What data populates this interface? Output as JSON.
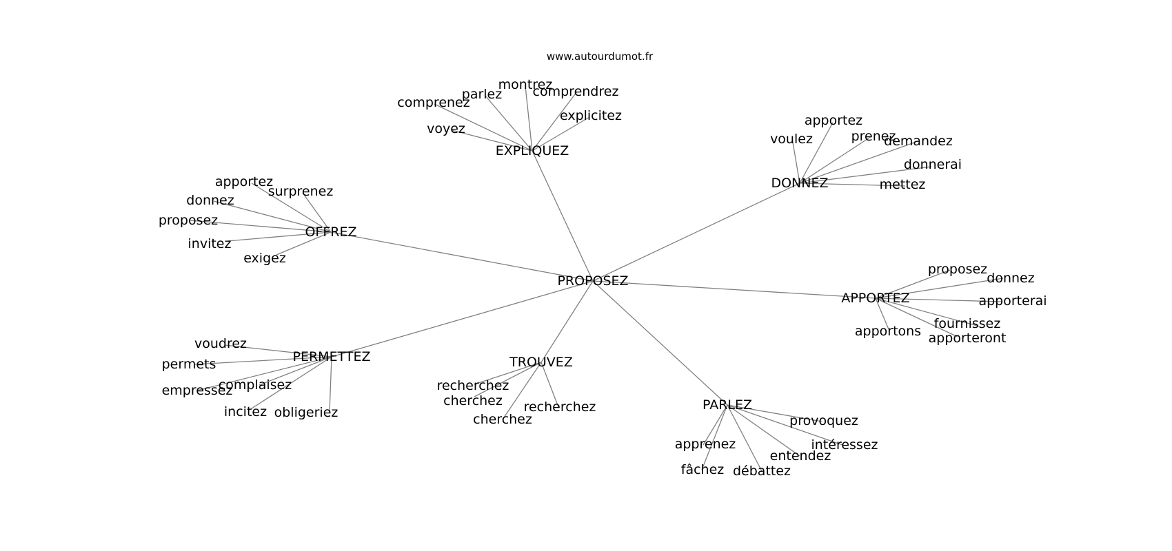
{
  "header": {
    "site": "www.autourdumot.fr"
  },
  "graph": {
    "center": "PROPOSEZ",
    "hubs": [
      {
        "label": "EXPLIQUEZ",
        "leaves": [
          "comprenez",
          "parlez",
          "montrez",
          "comprendrez",
          "explicitez",
          "voyez"
        ]
      },
      {
        "label": "DONNEZ",
        "leaves": [
          "voulez",
          "apportez",
          "prenez",
          "demandez",
          "donnerai",
          "mettez"
        ]
      },
      {
        "label": "OFFREZ",
        "leaves": [
          "apportez",
          "surprenez",
          "donnez",
          "proposez",
          "invitez",
          "exigez"
        ]
      },
      {
        "label": "APPORTEZ",
        "leaves": [
          "proposez",
          "donnez",
          "apporterai",
          "fournissez",
          "apporteront",
          "apportons"
        ]
      },
      {
        "label": "PERMETTEZ",
        "leaves": [
          "voudrez",
          "permets",
          "complaisez",
          "empressez",
          "incitez",
          "obligeriez"
        ]
      },
      {
        "label": "TROUVEZ",
        "leaves": [
          "recherchez",
          "cherchez",
          "cherchez",
          "recherchez"
        ]
      },
      {
        "label": "PARLEZ",
        "leaves": [
          "provoquez",
          "intéressez",
          "entendez",
          "débattez",
          "fâchez",
          "apprenez"
        ]
      }
    ]
  }
}
